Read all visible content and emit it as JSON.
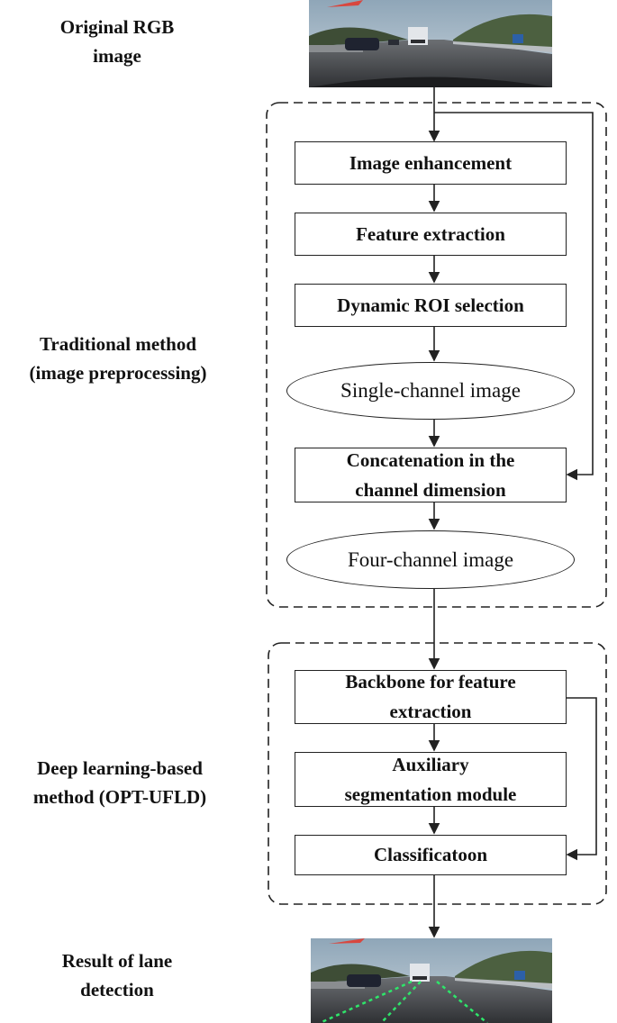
{
  "labels": {
    "input": [
      "Original RGB",
      "image"
    ],
    "traditional": [
      "Traditional method",
      "(image preprocessing)"
    ],
    "deep": [
      "Deep learning-based",
      "method (OPT-UFLD)"
    ],
    "result": [
      "Result of lane",
      "detection"
    ]
  },
  "traditional_steps": {
    "enhancement": [
      "Image enhancement"
    ],
    "feature": [
      "Feature extraction"
    ],
    "roi": [
      "Dynamic ROI selection"
    ],
    "single": "Single-channel image",
    "concat": [
      "Concatenation in the",
      "channel dimension"
    ],
    "four": "Four-channel image"
  },
  "deep_steps": {
    "backbone": [
      "Backbone for feature",
      "extraction"
    ],
    "aux": [
      "Auxiliary",
      "segmentation module"
    ],
    "classification": [
      "Classificatoon"
    ]
  },
  "colors": {
    "line": "#222222",
    "sky": "#a9bccb",
    "trees": "#4c5f3c",
    "road": "#4a4d52",
    "lane_marks": "#2ee66a"
  }
}
